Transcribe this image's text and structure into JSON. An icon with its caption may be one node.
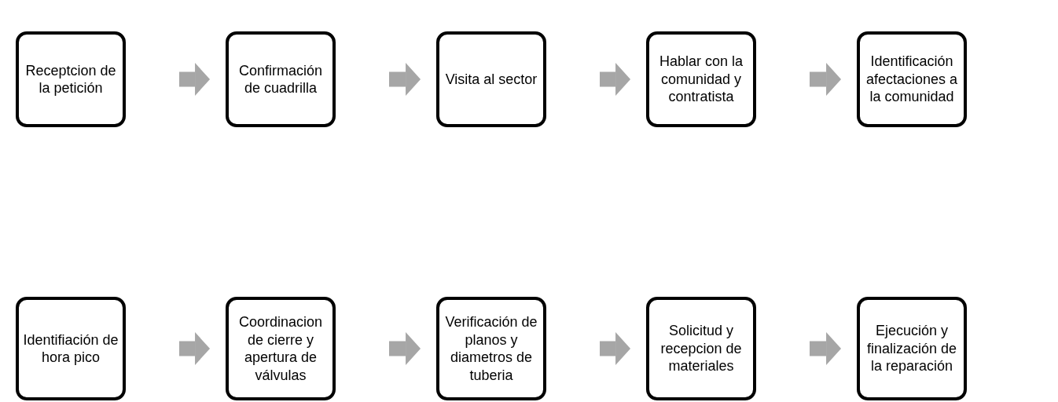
{
  "diagram": {
    "nodes": [
      {
        "text": [
          "Receptcion de la petición"
        ]
      },
      {
        "text": [
          "Confirmación de cuadrilla"
        ]
      },
      {
        "text": [
          "Visita al sector"
        ]
      },
      {
        "text": [
          "Hablar con la comunidad y contratista"
        ]
      },
      {
        "text": [
          "Identificación afectaciones a la comunidad"
        ]
      },
      {
        "text": [
          "Identifiación de hora pico"
        ]
      },
      {
        "text": [
          "Coordinacion de cierre y apertura de válvulas"
        ]
      },
      {
        "text": [
          "Verificación de planos y diametros de tuberia"
        ]
      },
      {
        "text": [
          "Solicitud y recepcion de materiales"
        ]
      },
      {
        "text": [
          "Ejecución y finalización de la reparación"
        ]
      }
    ],
    "edges": [
      {
        "from": 0,
        "to": 1,
        "arrow": "to"
      },
      {
        "from": 1,
        "to": 2,
        "arrow": "to"
      },
      {
        "from": 2,
        "to": 3,
        "arrow": "to"
      },
      {
        "from": 3,
        "to": 4,
        "arrow": "to"
      },
      {
        "from": 5,
        "to": 6,
        "arrow": "to"
      },
      {
        "from": 6,
        "to": 7,
        "arrow": "to"
      },
      {
        "from": 7,
        "to": 8,
        "arrow": "to"
      },
      {
        "from": 8,
        "to": 9,
        "arrow": "to"
      }
    ]
  }
}
